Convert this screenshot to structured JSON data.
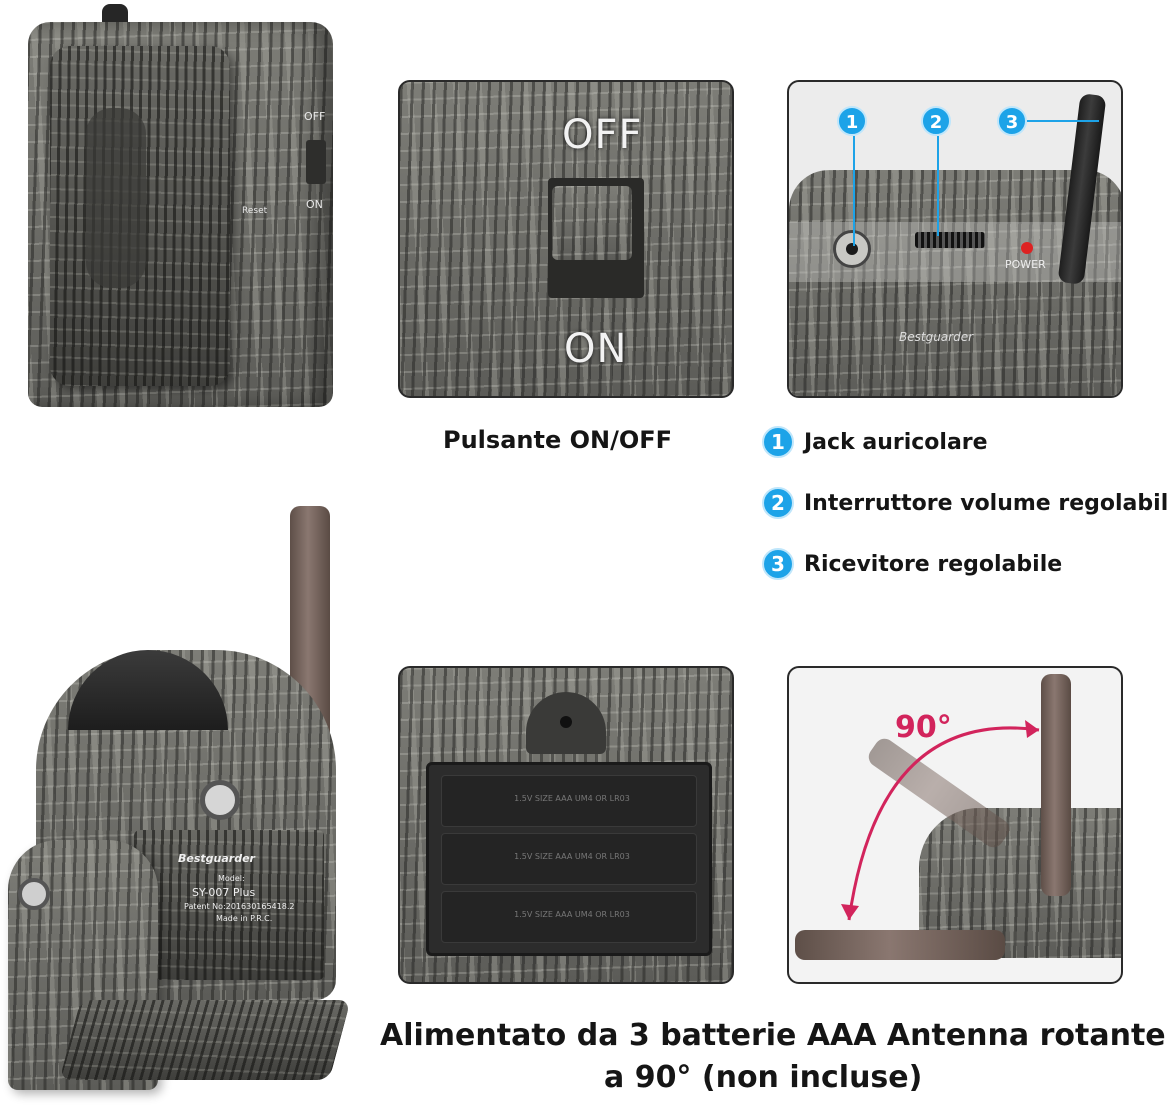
{
  "top_left_device": {
    "switch_off_label": "OFF",
    "switch_on_label": "ON",
    "reset_label": "Reset"
  },
  "switch_closeup": {
    "off_label": "OFF",
    "on_label": "ON",
    "caption": "Pulsante ON/OFF"
  },
  "controls_closeup": {
    "markers": [
      "1",
      "2",
      "3"
    ],
    "power_label": "POWER",
    "brand_label": "Bestguarder"
  },
  "legend": {
    "items": [
      {
        "number": "1",
        "label": "Jack auricolare"
      },
      {
        "number": "2",
        "label": "Interruttore volume regolabile"
      },
      {
        "number": "3",
        "label": "Ricevitore regolabile"
      }
    ],
    "accent_color": "#1da3e8"
  },
  "bottom_device": {
    "brand": "Bestguarder",
    "model_label": "Model:",
    "model": "SY-007 Plus",
    "patent": "Patent No:201630165418.2",
    "made_in": "Made in P.R.C."
  },
  "battery_closeup": {
    "cell_label": "1.5V SIZE AAA UM4 OR LR03"
  },
  "antenna_closeup": {
    "angle_label": "90°",
    "arrow_color": "#d2245c"
  },
  "bottom_caption": {
    "line1": "Alimentato da 3 batterie AAA Antenna rotante",
    "line2": "a 90° (non incluse)"
  }
}
